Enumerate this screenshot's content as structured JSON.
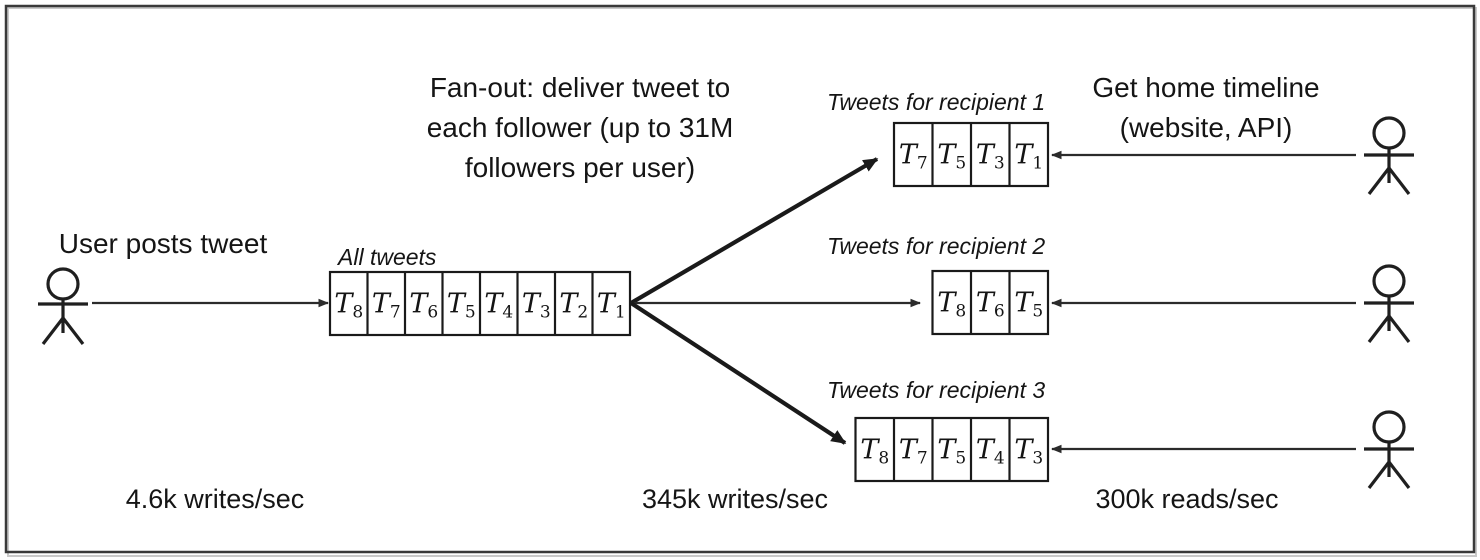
{
  "figure": {
    "title": "Twitter fan-out timeline delivery diagram",
    "background_color": "#ffffff",
    "line_color": "#1a1a1a",
    "frame_color": "#3a3a3a"
  },
  "captions": {
    "user_posts": "User posts tweet",
    "fanout_line_1": "Fan-out: deliver tweet to",
    "fanout_line_2": "each follower (up to 31M",
    "fanout_line_3": "followers per user)",
    "get_timeline_line_1": "Get home timeline",
    "get_timeline_line_2": "(website, API)"
  },
  "rates": {
    "write_rate": "4.6k writes/sec",
    "fanout_rate": "345k writes/sec",
    "read_rate": "300k reads/sec"
  },
  "all_tweets_box": {
    "caption": "All tweets",
    "cells": [
      {
        "base": "T",
        "sub": "8"
      },
      {
        "base": "T",
        "sub": "7"
      },
      {
        "base": "T",
        "sub": "6"
      },
      {
        "base": "T",
        "sub": "5"
      },
      {
        "base": "T",
        "sub": "4"
      },
      {
        "base": "T",
        "sub": "3"
      },
      {
        "base": "T",
        "sub": "2"
      },
      {
        "base": "T",
        "sub": "1"
      }
    ]
  },
  "recipient_boxes": [
    {
      "caption": "Tweets for recipient 1",
      "cells": [
        {
          "base": "T",
          "sub": "7"
        },
        {
          "base": "T",
          "sub": "5"
        },
        {
          "base": "T",
          "sub": "3"
        },
        {
          "base": "T",
          "sub": "1"
        }
      ]
    },
    {
      "caption": "Tweets for recipient 2",
      "cells": [
        {
          "base": "T",
          "sub": "8"
        },
        {
          "base": "T",
          "sub": "6"
        },
        {
          "base": "T",
          "sub": "5"
        }
      ]
    },
    {
      "caption": "Tweets for recipient 3",
      "cells": [
        {
          "base": "T",
          "sub": "8"
        },
        {
          "base": "T",
          "sub": "7"
        },
        {
          "base": "T",
          "sub": "5"
        },
        {
          "base": "T",
          "sub": "4"
        },
        {
          "base": "T",
          "sub": "3"
        }
      ]
    }
  ],
  "actors": {
    "poster_label": "user-posting-tweet",
    "reader_labels": [
      "recipient-1-reader",
      "recipient-2-reader",
      "recipient-3-reader"
    ]
  }
}
